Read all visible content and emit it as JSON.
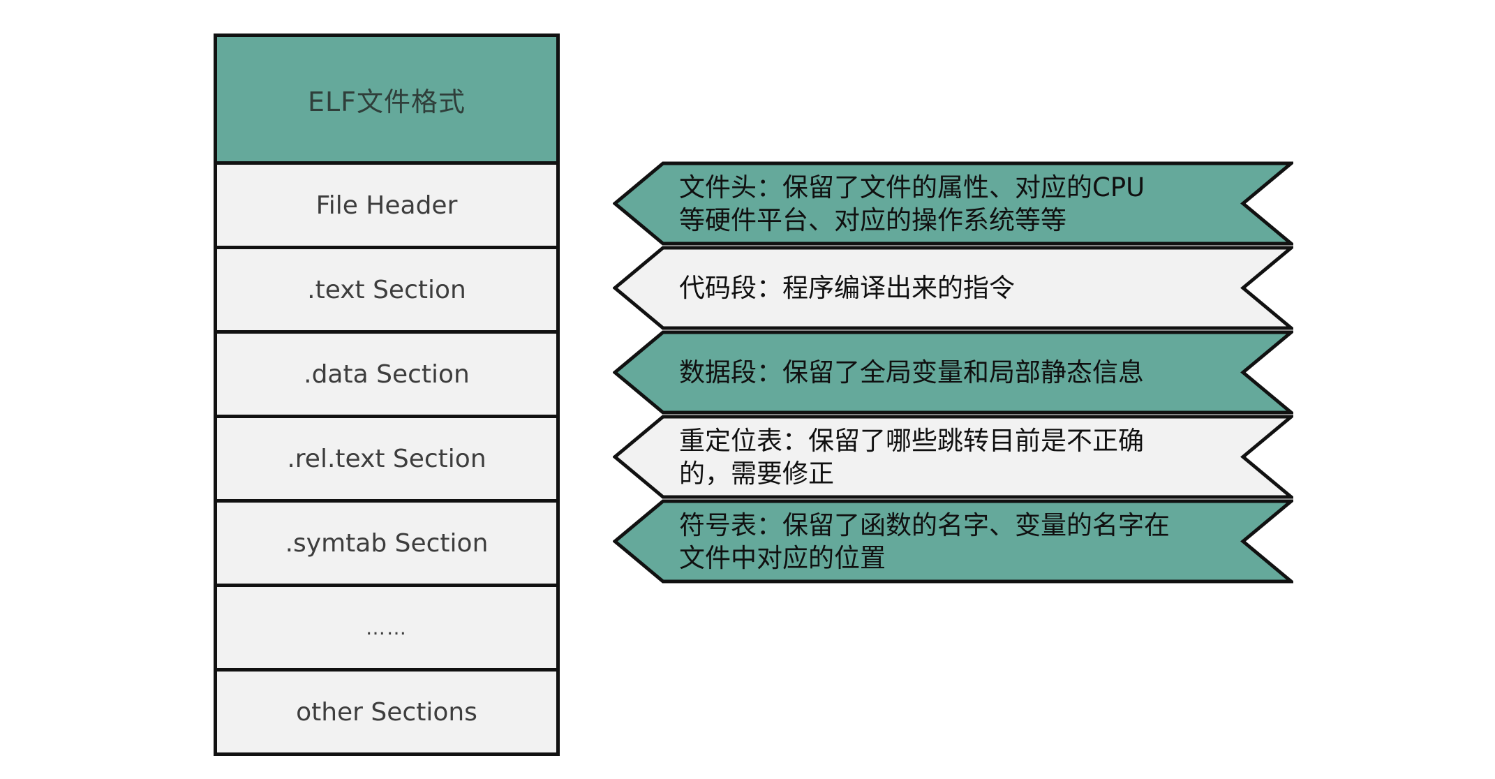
{
  "diagram": {
    "title": "ELF文件格式",
    "colors": {
      "teal": "#65a99b",
      "light_row": "#f2f2f2",
      "border": "#111111",
      "table_text": "#3d3d3d",
      "banner_text": "#101010"
    },
    "table": {
      "header": "ELF文件格式",
      "rows": [
        "File Header",
        ".text Section",
        ".data Section",
        ".rel.text Section",
        ".symtab Section",
        "……",
        "other Sections"
      ]
    },
    "banners": [
      {
        "style": "teal",
        "text": "文件头：保留了文件的属性、对应的CPU\n等硬件平台、对应的操作系统等等"
      },
      {
        "style": "light",
        "text": "代码段：程序编译出来的指令"
      },
      {
        "style": "teal",
        "text": "数据段：保留了全局变量和局部静态信息"
      },
      {
        "style": "light",
        "text": "重定位表：保留了哪些跳转目前是不正确\n的，需要修正"
      },
      {
        "style": "teal",
        "text": "符号表：保留了函数的名字、变量的名字在\n文件中对应的位置"
      }
    ]
  }
}
